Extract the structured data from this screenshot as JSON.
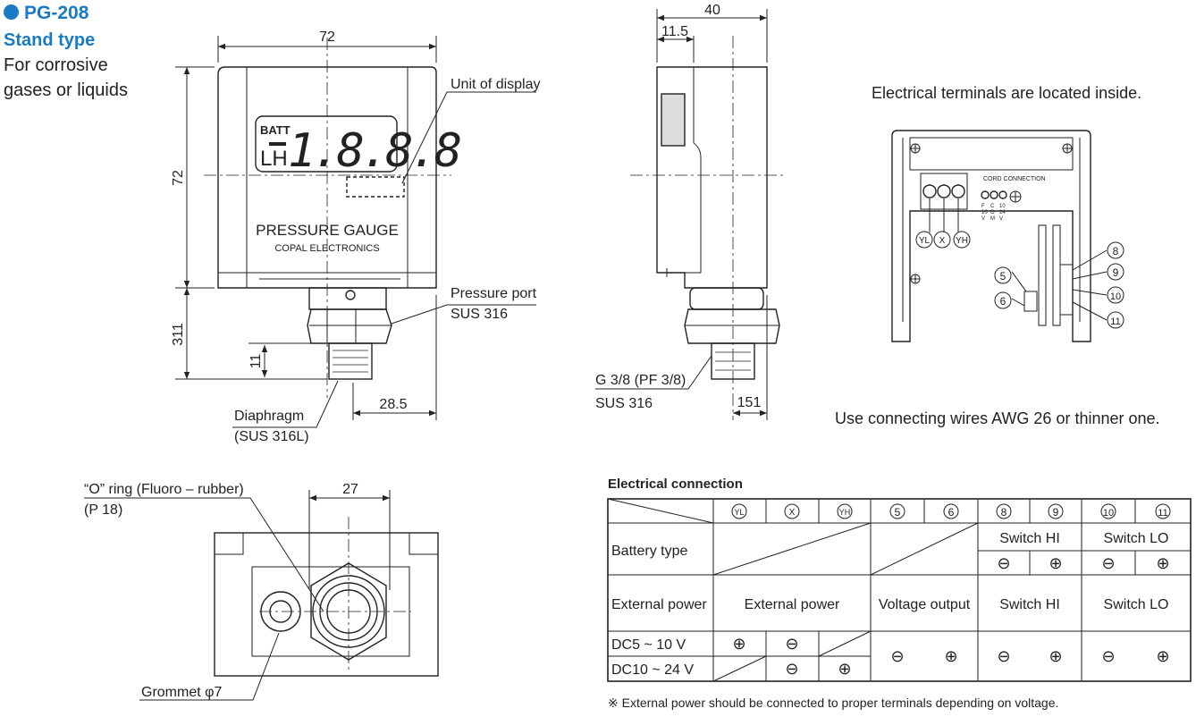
{
  "header": {
    "model": "PG-208",
    "type": "Stand type",
    "desc_line1": "For corrosive",
    "desc_line2": "gases or liquids"
  },
  "front_view": {
    "dim_width": "72",
    "dim_height": "72",
    "dim_lower": "311",
    "dim_port": "11",
    "dim_offset": "28.5",
    "display_batt": "BATT",
    "display_unit": "LH",
    "display_digits": "1.8.8.8",
    "label_gauge": "PRESSURE GAUGE",
    "label_maker": "COPAL ELECTRONICS",
    "callout_unit": "Unit of display",
    "callout_port": "Pressure port",
    "callout_port_mat": "SUS 316",
    "callout_diaphragm": "Diaphragm",
    "callout_diaphragm_mat": "(SUS 316L)"
  },
  "side_view": {
    "dim_depth": "40",
    "dim_step": "11.5",
    "dim_bottom": "151",
    "callout_thread": "G 3/8 (PF 3/8)",
    "callout_thread_mat": "SUS 316"
  },
  "bottom_view": {
    "callout_oring": "“O” ring (Fluoro – rubber)",
    "callout_oring_size": "(P 18)",
    "dim_hex": "27",
    "callout_grommet": "Grommet φ7"
  },
  "terminal_view": {
    "note_top": "Electrical terminals are located inside.",
    "note_bottom": "Use connecting wires AWG 26 or thinner one.",
    "label_cord": "CORD CONNECTION",
    "terminal_labels": [
      "F",
      "C",
      "10"
    ],
    "terminal_labels2": [
      "10",
      "O",
      "24"
    ],
    "terminal_labels3": [
      "V",
      "M",
      "V"
    ],
    "circle_labels": [
      "YL",
      "X",
      "YH"
    ],
    "side_numbers": [
      "8",
      "9",
      "10",
      "11"
    ],
    "left_numbers": [
      "5",
      "6"
    ]
  },
  "table": {
    "title": "Electrical connection",
    "headers": [
      "YL",
      "X",
      "YH",
      "5",
      "6",
      "8",
      "9",
      "10",
      "11"
    ],
    "row_battery": "Battery type",
    "switch_hi": "Switch HI",
    "switch_lo": "Switch LO",
    "row_external": "External power",
    "ext_power": "External power",
    "voltage_output": "Voltage output",
    "row_dc5": "DC5 ~ 10 V",
    "row_dc10": "DC10 ~ 24 V",
    "minus": "⊖",
    "plus": "⊕"
  },
  "footnote": "※ External power should be connected to proper terminals depending on voltage."
}
